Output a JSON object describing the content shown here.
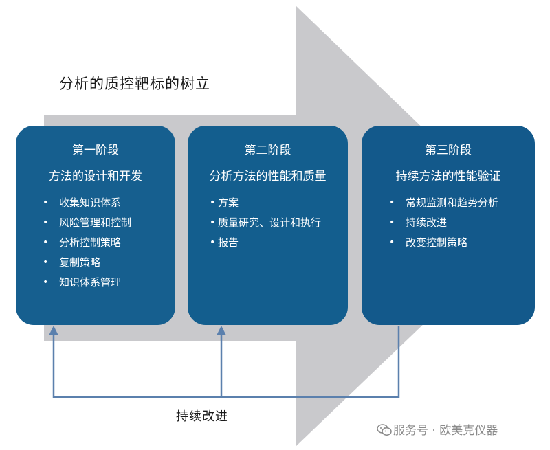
{
  "diagram": {
    "title": "分析的质控靶标的树立",
    "stages": [
      {
        "name": "第一阶段",
        "subtitle": "方法的设计和开发",
        "items": [
          "收集知识体系",
          "风险管理和控制",
          "分析控制策略",
          "复制策略",
          "知识体系管理"
        ]
      },
      {
        "name": "第二阶段",
        "subtitle": "分析方法的性能和质量",
        "items": [
          "方案",
          "质量研究、设计和执行",
          "报告"
        ]
      },
      {
        "name": "第三阶段",
        "subtitle": "持续方法的性能验证",
        "items": [
          "常规监测和趋势分析",
          "持续改进",
          "改变控制策略"
        ]
      }
    ],
    "bullet": "•",
    "feedback_label": "持续改进",
    "watermark": "服务号 · 欧美克仪器"
  },
  "colors": {
    "arrow": "#c9c9cc",
    "stage_fill": "#165f8f",
    "feedback_line": "#5b80ad",
    "text": "#1a1a1a",
    "watermark": "#8a8a8a"
  },
  "icons": {
    "watermark": "wechat-icon"
  }
}
